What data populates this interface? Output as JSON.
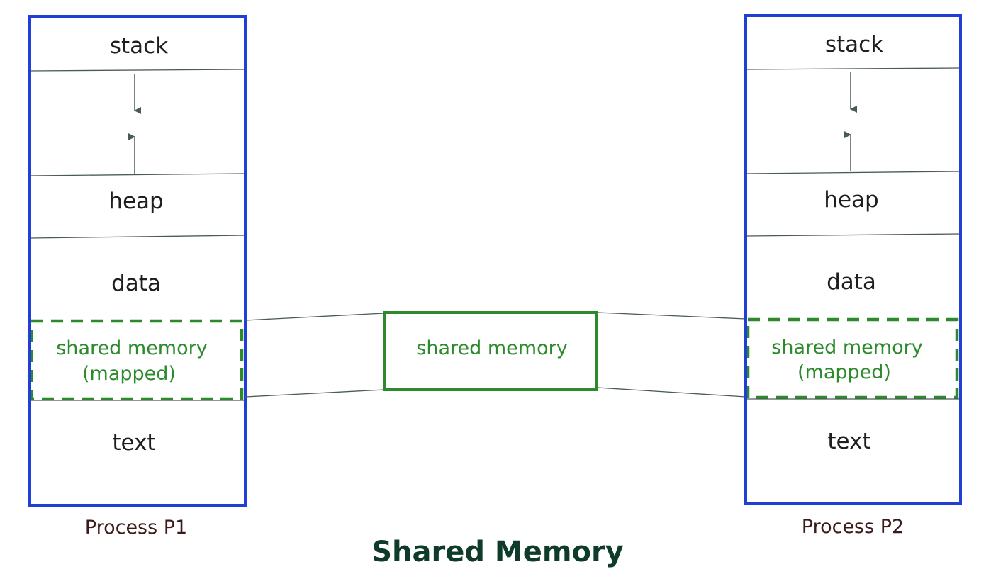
{
  "title": "Shared Memory",
  "colors": {
    "process_border": "#1f3fd6",
    "shared": "#2c8a2c",
    "divider": "#4a5a55",
    "text": "#1e1e1e",
    "label": "#3a1a1a",
    "title": "#0f3b2a"
  },
  "process_p1": {
    "label": "Process P1",
    "segments": {
      "stack": "stack",
      "heap": "heap",
      "data": "data",
      "shared_line1": "shared memory",
      "shared_line2": "(mapped)",
      "text": "text"
    }
  },
  "process_p2": {
    "label": "Process P2",
    "segments": {
      "stack": "stack",
      "heap": "heap",
      "data": "data",
      "shared_line1": "shared memory",
      "shared_line2": "(mapped)",
      "text": "text"
    }
  },
  "shared_block": {
    "label": "shared memory"
  },
  "icons": {
    "down_arrow": "arrow-down-icon",
    "up_arrow": "arrow-up-icon"
  }
}
